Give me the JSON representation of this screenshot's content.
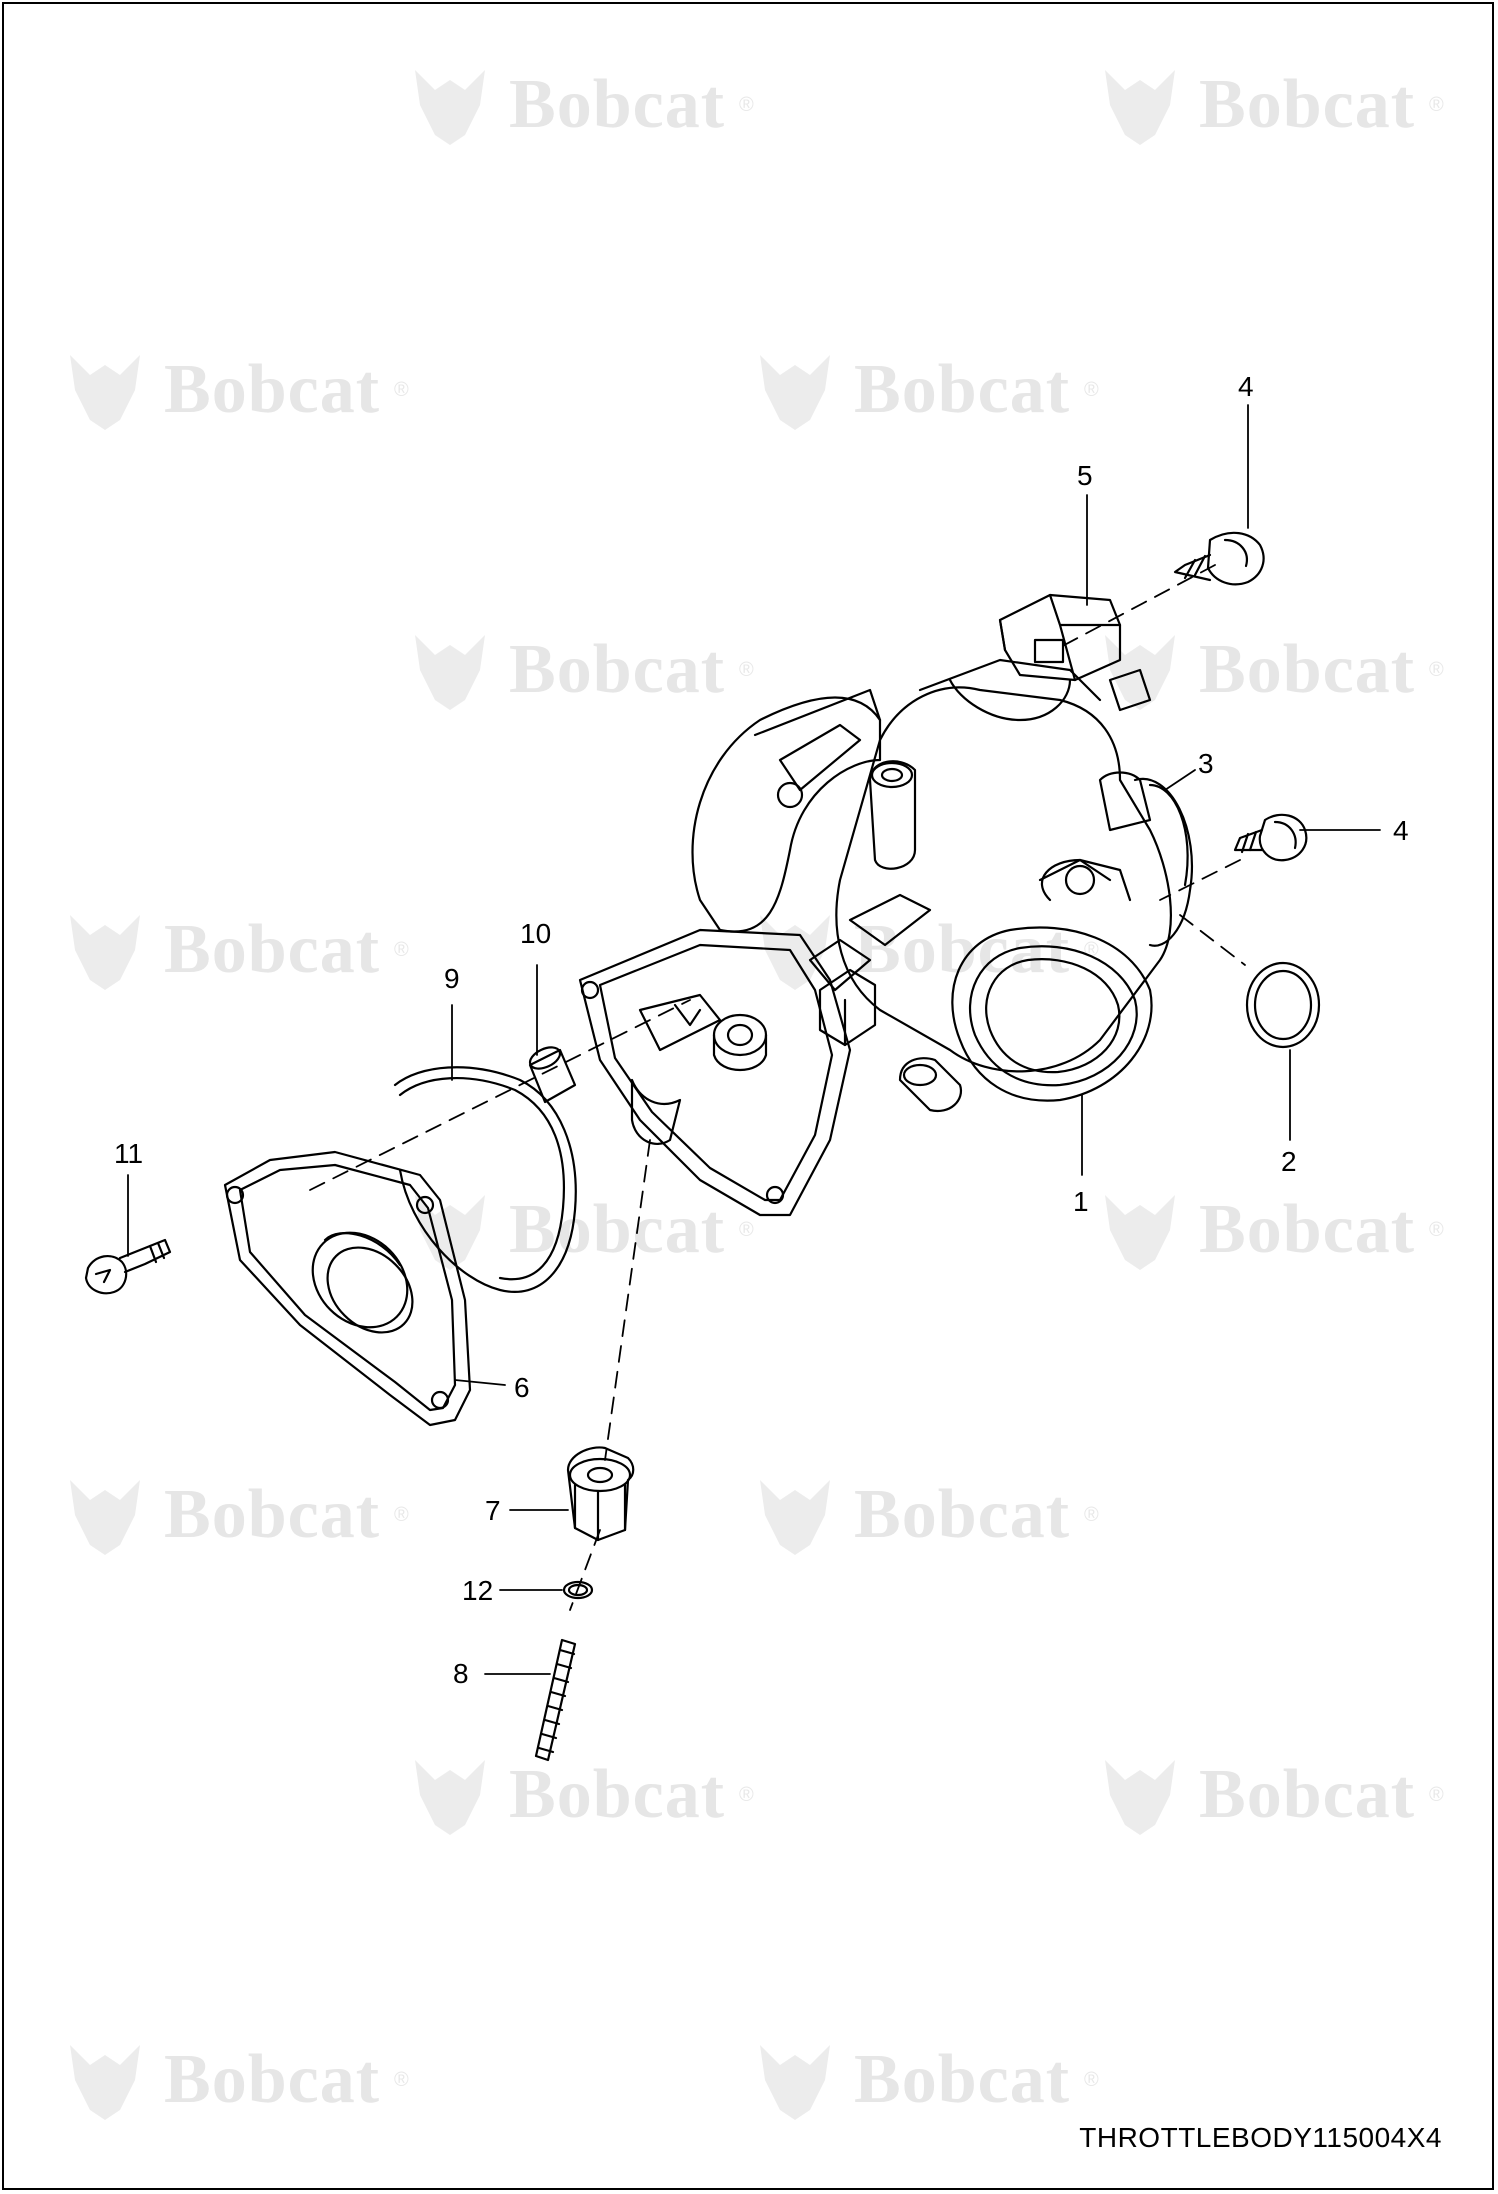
{
  "diagram": {
    "image_code": "THROTTLEBODY115004X4",
    "watermark_text": "Bobcat",
    "watermark_mark": "®",
    "callouts": [
      "1",
      "2",
      "3",
      "4",
      "4",
      "5",
      "6",
      "7",
      "8",
      "9",
      "10",
      "11",
      "12"
    ]
  }
}
